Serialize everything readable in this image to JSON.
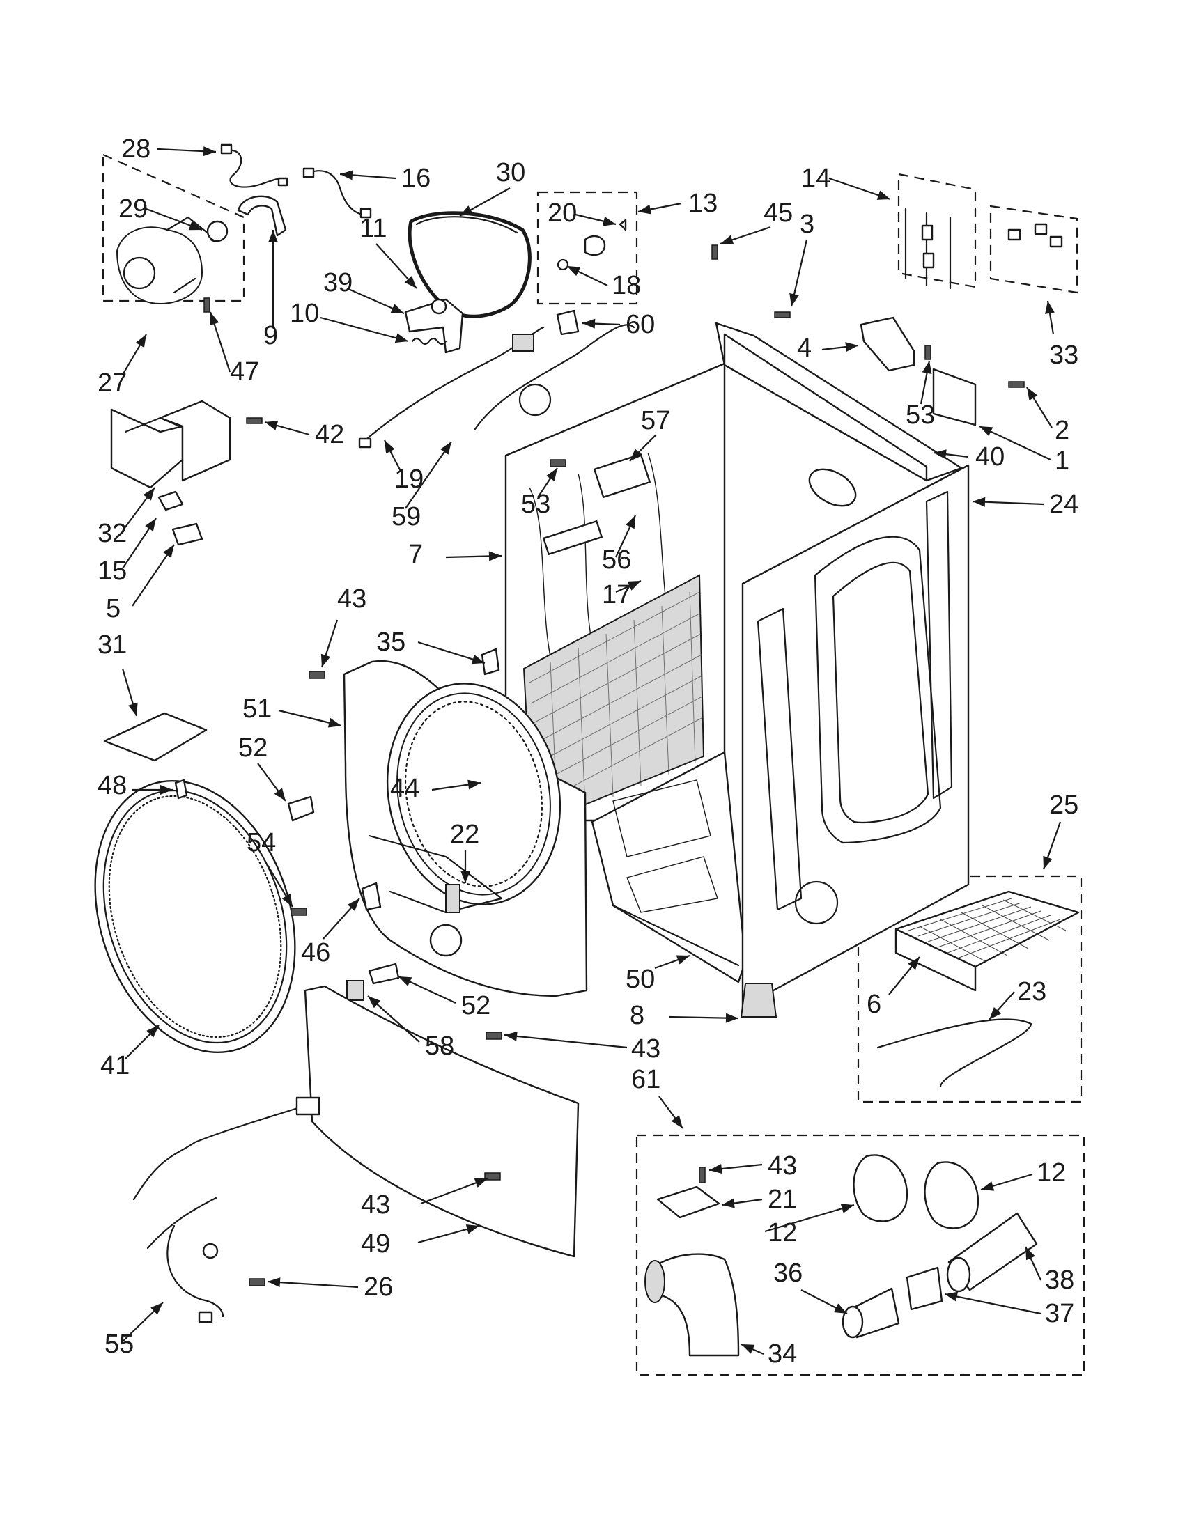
{
  "labels": {
    "p1": "1",
    "p2": "2",
    "p3": "3",
    "p4": "4",
    "p5": "5",
    "p6": "6",
    "p7": "7",
    "p8": "8",
    "p9": "9",
    "p10": "10",
    "p11": "11",
    "p12a": "12",
    "p12b": "12",
    "p13": "13",
    "p14": "14",
    "p15": "15",
    "p16": "16",
    "p17": "17",
    "p18": "18",
    "p19": "19",
    "p20": "20",
    "p21": "21",
    "p22": "22",
    "p23": "23",
    "p24": "24",
    "p25": "25",
    "p26": "26",
    "p27": "27",
    "p28": "28",
    "p29": "29",
    "p30": "30",
    "p31": "31",
    "p32": "32",
    "p33": "33",
    "p34": "34",
    "p35": "35",
    "p36": "36",
    "p37": "37",
    "p38": "38",
    "p39": "39",
    "p40": "40",
    "p41": "41",
    "p42": "42",
    "p43a": "43",
    "p43b": "43",
    "p43c": "43",
    "p43d": "43",
    "p44": "44",
    "p45": "45",
    "p46": "46",
    "p47": "47",
    "p48": "48",
    "p49": "49",
    "p50": "50",
    "p51": "51",
    "p52a": "52",
    "p52b": "52",
    "p53a": "53",
    "p53b": "53",
    "p54": "54",
    "p55": "55",
    "p56": "56",
    "p57": "57",
    "p58": "58",
    "p59": "59",
    "p60": "60",
    "p61": "61"
  },
  "colors": {
    "line": "#1a1a1a",
    "fill": "#ffffff",
    "shade": "#d9d9d9"
  }
}
